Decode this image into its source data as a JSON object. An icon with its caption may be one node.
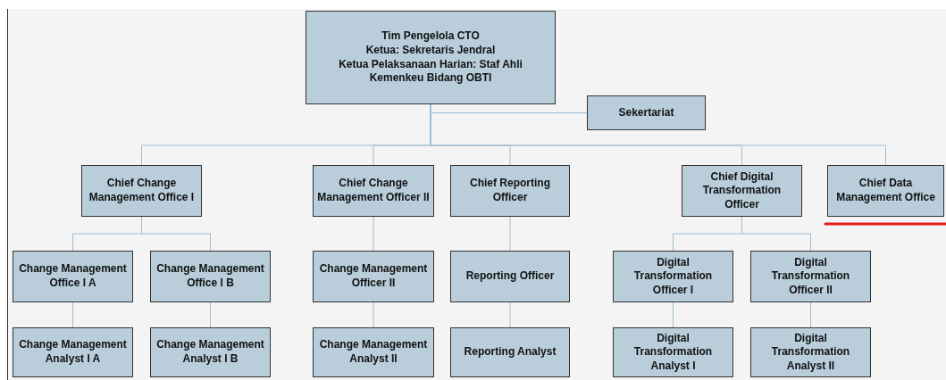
{
  "diagram": {
    "nodes": [
      {
        "text": [
          "Tim Pengelola CTO",
          "Ketua: Sekretaris Jendral",
          "Ketua Pelaksanaan Harian: Staf Ahli Kemenkeu Bidang OBTI"
        ]
      },
      {
        "text": [
          "Sekertariat"
        ]
      },
      {
        "text": [
          "Chief Change Management Office I"
        ]
      },
      {
        "text": [
          "Chief Change Management Officer II"
        ]
      },
      {
        "text": [
          "Chief Reporting Officer"
        ]
      },
      {
        "text": [
          "Chief Digital Transformation Officer"
        ]
      },
      {
        "text": [
          "Chief Data Management Office"
        ]
      },
      {
        "text": [
          "Change Management Office I A"
        ]
      },
      {
        "text": [
          "Change Management Office I B"
        ]
      },
      {
        "text": [
          "Change Management Officer II"
        ]
      },
      {
        "text": [
          "Reporting Officer"
        ]
      },
      {
        "text": [
          "Digital Transformation Officer I"
        ]
      },
      {
        "text": [
          "Digital Transformation Officer II"
        ]
      },
      {
        "text": [
          "Change Management Analyst I A"
        ]
      },
      {
        "text": [
          "Change Management Analyst I B"
        ]
      },
      {
        "text": [
          "Change Management Analyst II"
        ]
      },
      {
        "text": [
          "Reporting Analyst"
        ]
      },
      {
        "text": [
          "Digital Transformation Analyst I"
        ]
      },
      {
        "text": [
          "Digital Transformation Analyst II"
        ]
      }
    ],
    "edges": [
      {
        "from": 0,
        "to": 1,
        "arrow": "none"
      },
      {
        "from": 0,
        "to": 2,
        "arrow": "none"
      },
      {
        "from": 0,
        "to": 3,
        "arrow": "none"
      },
      {
        "from": 0,
        "to": 4,
        "arrow": "none"
      },
      {
        "from": 0,
        "to": 5,
        "arrow": "none"
      },
      {
        "from": 0,
        "to": 6,
        "arrow": "none"
      },
      {
        "from": 2,
        "to": 7,
        "arrow": "none"
      },
      {
        "from": 2,
        "to": 8,
        "arrow": "none"
      },
      {
        "from": 3,
        "to": 9,
        "arrow": "none"
      },
      {
        "from": 4,
        "to": 10,
        "arrow": "none"
      },
      {
        "from": 5,
        "to": 11,
        "arrow": "none"
      },
      {
        "from": 5,
        "to": 12,
        "arrow": "none"
      },
      {
        "from": 7,
        "to": 13,
        "arrow": "none"
      },
      {
        "from": 8,
        "to": 14,
        "arrow": "none"
      },
      {
        "from": 9,
        "to": 15,
        "arrow": "none"
      },
      {
        "from": 10,
        "to": 16,
        "arrow": "none"
      },
      {
        "from": 11,
        "to": 17,
        "arrow": "none"
      },
      {
        "from": 12,
        "to": 18,
        "arrow": "none"
      }
    ]
  }
}
